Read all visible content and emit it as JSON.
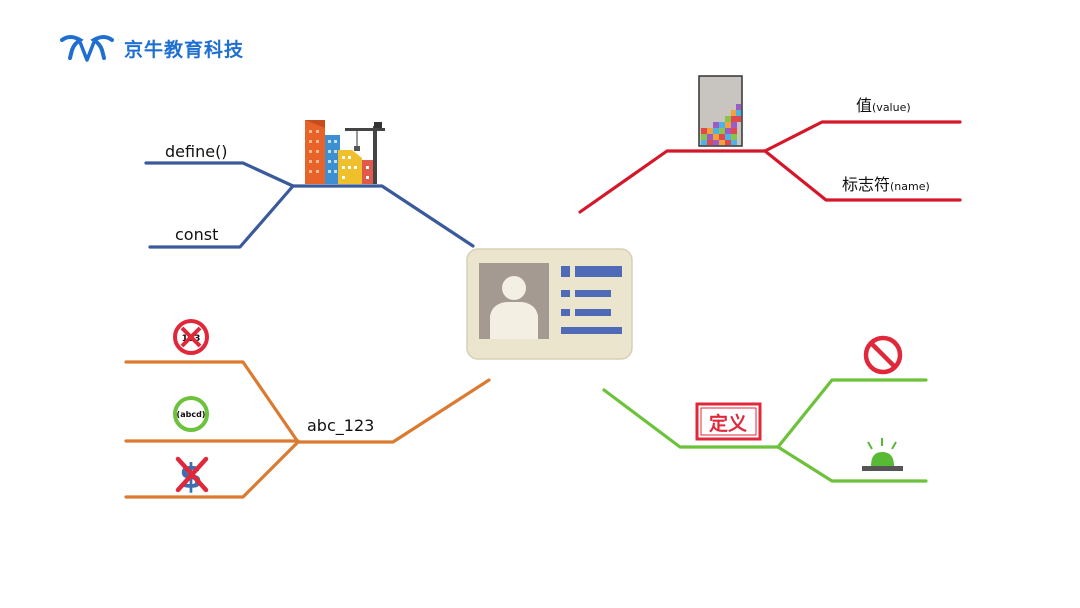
{
  "brand": {
    "name": "京牛教育科技"
  },
  "labels": {
    "define": "define()",
    "const": "const",
    "value_main": "值",
    "value_sub": "(value)",
    "name_main": "标志符",
    "name_sub": "(name)",
    "identifier": "abc_123",
    "definition_stamp": "定义",
    "no_number_icon_text": "123",
    "ok_letters_icon_text": "(abcd)"
  },
  "colors": {
    "blue_branch": "#3a5a9b",
    "red_branch": "#d4182a",
    "orange_branch": "#db7a30",
    "green_branch": "#6cc23a",
    "brand_blue": "#1f6fd1"
  }
}
